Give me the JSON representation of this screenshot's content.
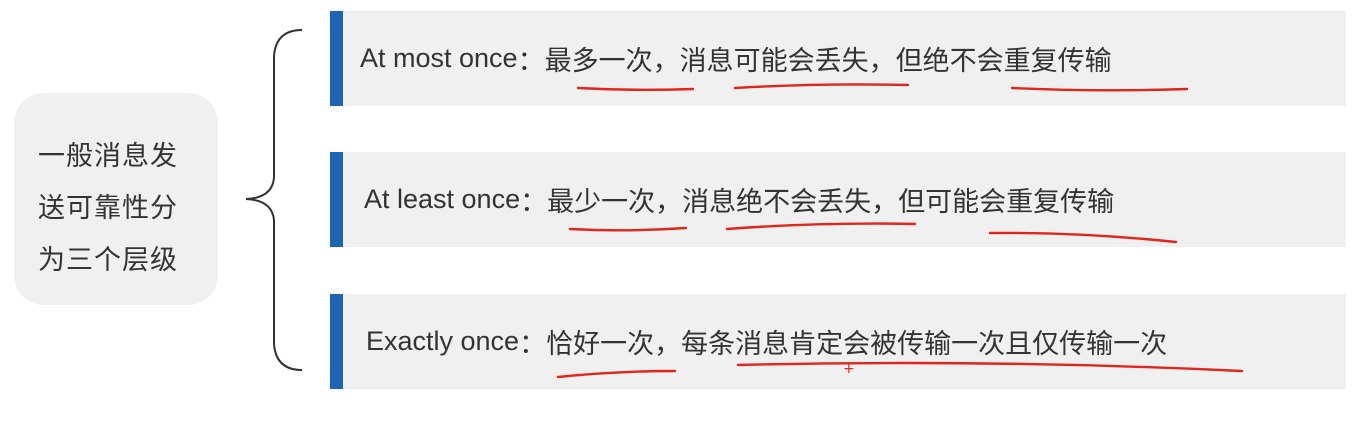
{
  "summary": {
    "lines": [
      "一般消息发",
      "送可靠性分",
      "为三个层级"
    ]
  },
  "levels": [
    {
      "name": "At most once",
      "separator": "：",
      "short": "最多一次",
      "comma": "，",
      "desc_a": "消息可能会丢失",
      "desc_b": " ，但绝",
      "desc_c": "不会重复传输"
    },
    {
      "name": "At least once",
      "separator": "：",
      "short": "最少一次",
      "comma": "，",
      "desc_a": "消息绝不会丢失",
      "desc_b": "，但",
      "desc_c": "可能会重复传输"
    },
    {
      "name": "Exactly once",
      "separator": "：",
      "short": "恰好一次",
      "comma": "，",
      "desc_a": "每条消息肯定会被传输一次且仅传输一次",
      "desc_b": "",
      "desc_c": ""
    }
  ],
  "colors": {
    "accent_bar": "#1e64b4",
    "box_bg": "#f0f0f0",
    "annotation": "#e0251a",
    "text": "#333333"
  }
}
